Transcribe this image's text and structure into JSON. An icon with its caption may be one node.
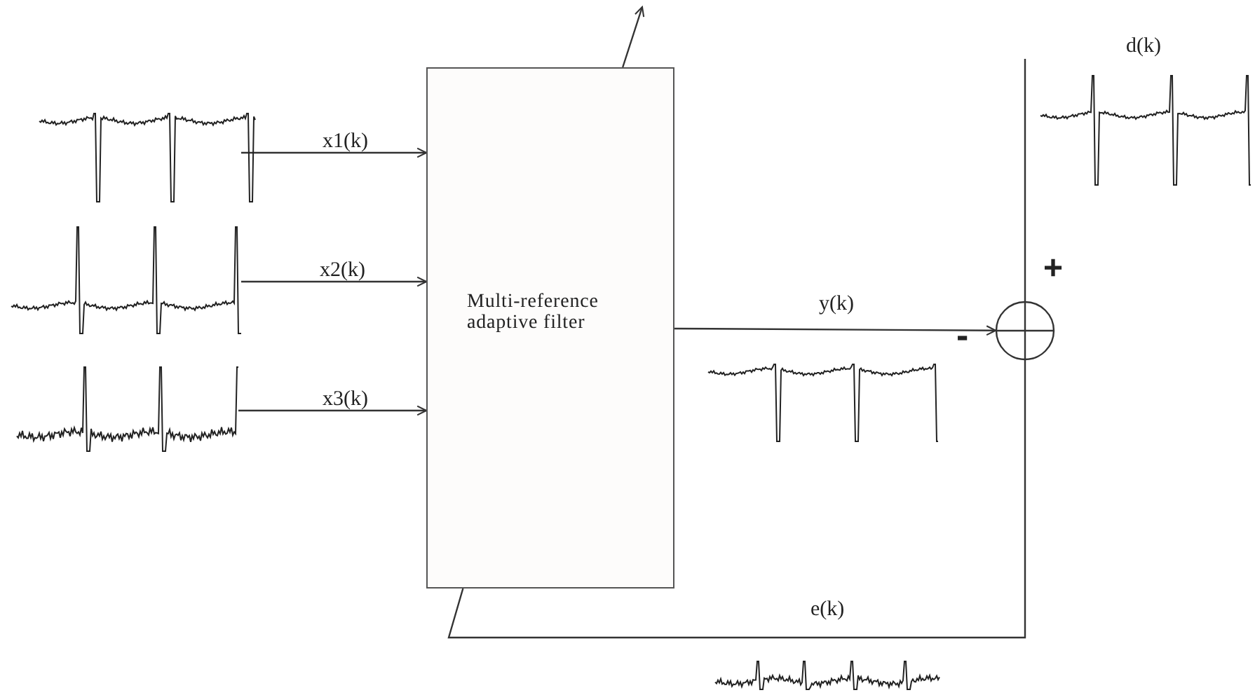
{
  "diagram": {
    "nodes": [
      {
        "text": [
          "Multi-reference adaptive filter"
        ]
      },
      {
        "text": [],
        "shape": "picture"
      },
      {
        "text": [],
        "shape": "picture"
      },
      {
        "text": [],
        "shape": "picture"
      },
      {
        "text": [],
        "shape": "circle"
      }
    ],
    "edges": [
      {
        "from": 1,
        "to": 0,
        "arrow": "to",
        "label": "x1(k)"
      },
      {
        "from": 2,
        "to": 0,
        "arrow": "to",
        "label": "x2(k)"
      },
      {
        "from": 3,
        "to": 0,
        "arrow": "to",
        "label": "x3(k)"
      },
      {
        "from": 0,
        "to": 4,
        "arrow": "to",
        "label": "y(k)"
      },
      {
        "from": null,
        "to": 4,
        "arrow": "none",
        "label": "d(k)"
      },
      {
        "from": 4,
        "to": 0,
        "arrow": "none",
        "label": "e(k)"
      },
      {
        "from": 0,
        "to": null,
        "arrow": "to"
      }
    ],
    "labels": [
      "+",
      "-"
    ]
  }
}
